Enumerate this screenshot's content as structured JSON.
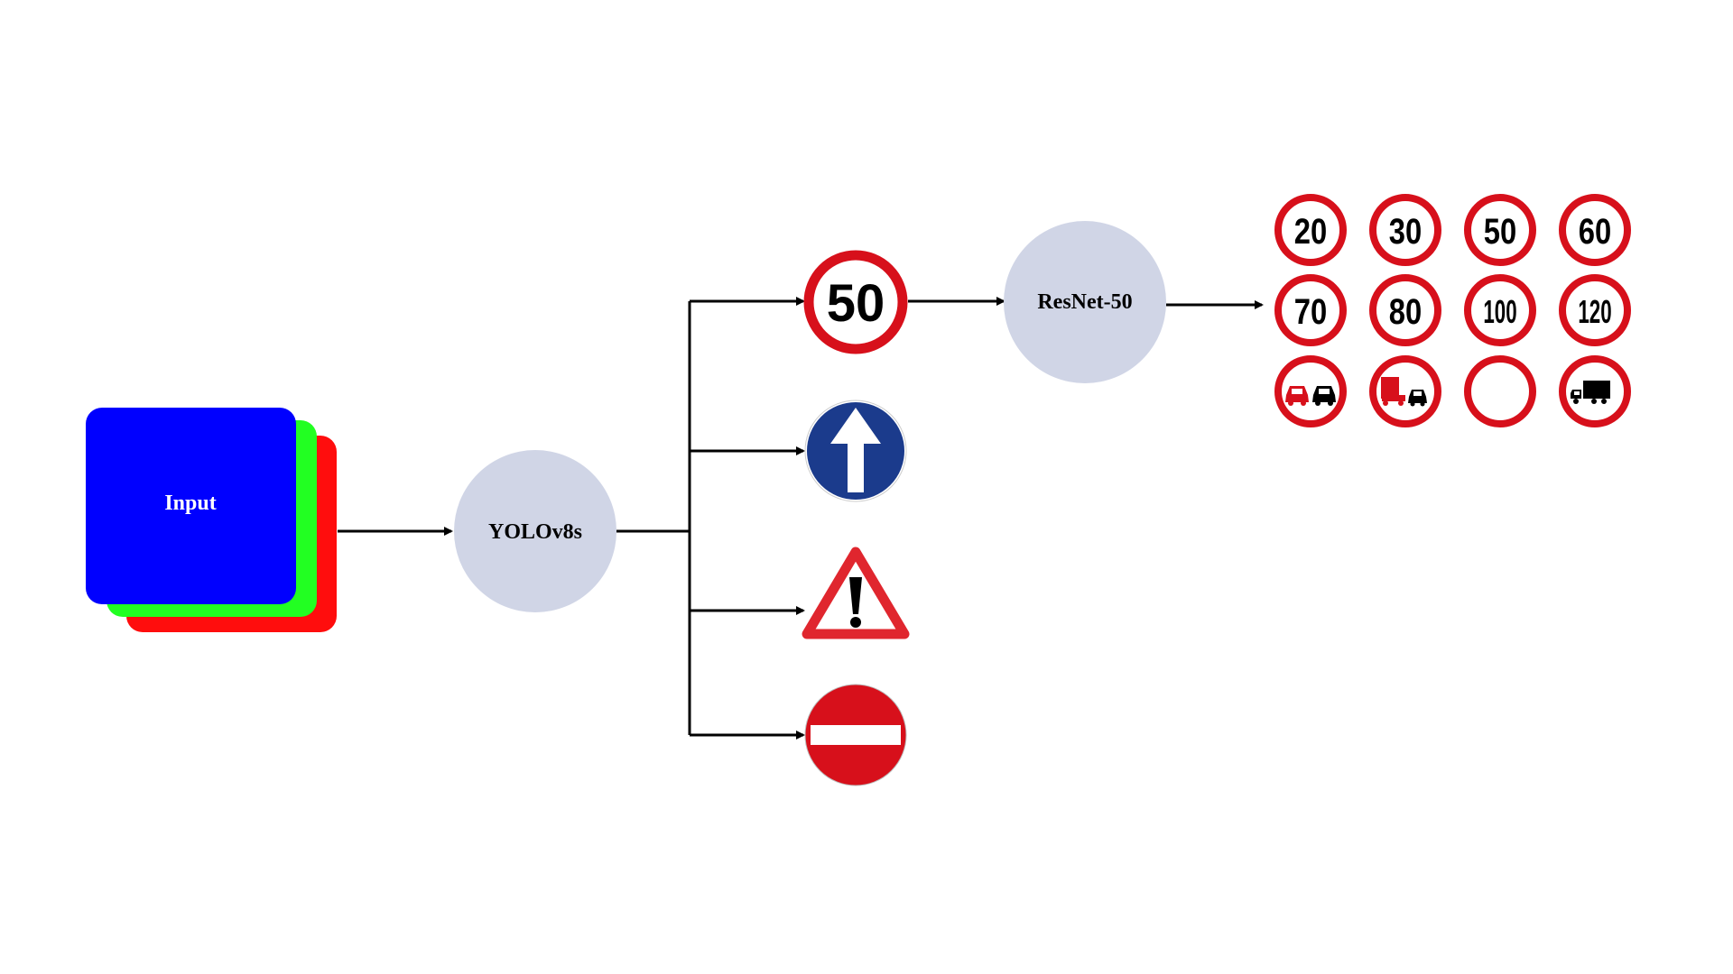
{
  "input": {
    "label": "Input"
  },
  "detector": {
    "label": "YOLOv8s"
  },
  "classifier": {
    "label": "ResNet-50"
  },
  "detected_signs": [
    {
      "name": "speed-limit-50-sign",
      "kind": "speed",
      "text": "50"
    },
    {
      "name": "ahead-only-sign",
      "kind": "mandatory-ahead"
    },
    {
      "name": "warning-sign",
      "kind": "warning-triangle"
    },
    {
      "name": "no-entry-sign",
      "kind": "no-entry"
    }
  ],
  "classes": [
    {
      "name": "speed-limit-20-sign",
      "kind": "speed",
      "text": "20"
    },
    {
      "name": "speed-limit-30-sign",
      "kind": "speed",
      "text": "30"
    },
    {
      "name": "speed-limit-50-sign",
      "kind": "speed",
      "text": "50"
    },
    {
      "name": "speed-limit-60-sign",
      "kind": "speed",
      "text": "60"
    },
    {
      "name": "speed-limit-70-sign",
      "kind": "speed",
      "text": "70"
    },
    {
      "name": "speed-limit-80-sign",
      "kind": "speed",
      "text": "80"
    },
    {
      "name": "speed-limit-100-sign",
      "kind": "speed",
      "text": "100"
    },
    {
      "name": "speed-limit-120-sign",
      "kind": "speed",
      "text": "120"
    },
    {
      "name": "no-overtaking-sign",
      "kind": "no-overtaking"
    },
    {
      "name": "no-overtaking-trucks-sign",
      "kind": "no-overtaking-trucks"
    },
    {
      "name": "no-vehicles-sign",
      "kind": "no-vehicles"
    },
    {
      "name": "no-trucks-sign",
      "kind": "no-trucks"
    }
  ],
  "colors": {
    "input_front": "#0000ff",
    "input_middle": "#22ff22",
    "input_back": "#ff0d0d",
    "node_fill": "#d0d5e6",
    "arrow": "#000000",
    "sign_red": "#d7101b",
    "sign_blue": "#1b3b8c"
  }
}
